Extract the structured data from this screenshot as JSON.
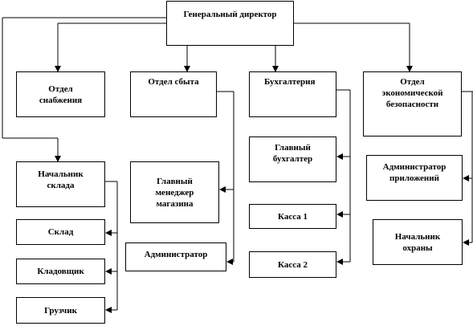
{
  "nodes": {
    "ceo": "Генеральный директор",
    "supply": "Отдел\nснабжения",
    "sales": "Отдел  сбыта",
    "accounting": "Бухгалтерия",
    "security_dept": "Отдел\nэкономической\nбезопасности",
    "warehouse_head": "Начальник\nсклада",
    "warehouse": "Склад",
    "storekeeper": "Кладовщик",
    "loader": "Грузчик",
    "store_manager": "Главный\nменеджер\nмагазина",
    "administrator": "Администратор",
    "chief_accountant": "Главный\nбухгалтер",
    "cash1": "Касса 1",
    "cash2": "Касса 2",
    "app_admin": "Администратор\nприложений",
    "security_head": "Начальник\nохраны"
  }
}
